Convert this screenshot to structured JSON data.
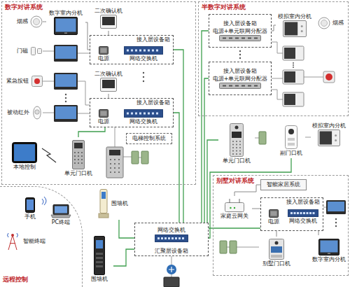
{
  "diagram": {
    "nodes": [
      {
        "text": [
          "数字对讲系统"
        ]
      },
      {
        "text": [
          "烟感"
        ],
        "in": 0
      },
      {
        "text": [
          "门磁"
        ],
        "in": 0
      },
      {
        "text": [
          "紧急按钮"
        ],
        "in": 0
      },
      {
        "text": [
          "被动红外"
        ],
        "in": 0
      },
      {
        "text": [
          "数字室内分机"
        ],
        "in": 0
      },
      {
        "text": [
          "二次确认机"
        ],
        "in": 0
      },
      {
        "text": [
          "接入层设备箱"
        ],
        "in": 0
      },
      {
        "text": [
          "电源"
        ],
        "in": 7
      },
      {
        "text": [
          "网络交换机"
        ],
        "in": 7
      },
      {
        "text": [
          "二次确认机"
        ],
        "in": 0
      },
      {
        "text": [
          "接入层设备箱"
        ],
        "in": 0
      },
      {
        "text": [
          "电源"
        ],
        "in": 11
      },
      {
        "text": [
          "网络交换机"
        ],
        "in": 11
      },
      {
        "text": [
          "电梯控制系统"
        ],
        "in": 0
      },
      {
        "text": [
          "本地控制"
        ],
        "in": 0
      },
      {
        "text": [
          "单元门口机"
        ],
        "in": 0
      },
      {
        "text": [
          "半数字对讲系统"
        ]
      },
      {
        "text": [
          "接入层设备箱",
          "电源+单元联网分配器"
        ],
        "in": 17
      },
      {
        "text": [
          "模拟室内分机"
        ],
        "in": 17
      },
      {
        "text": [
          "烟感"
        ],
        "in": 17
      },
      {
        "text": [
          "接入层设备箱",
          "电源+单元联网分配器"
        ],
        "in": 17
      },
      {
        "text": [
          "单元门口机"
        ]
      },
      {
        "text": [
          "副门口机"
        ]
      },
      {
        "text": [
          "模拟室内分机"
        ]
      },
      {
        "text": [
          "远程控制"
        ]
      },
      {
        "text": [
          "手机"
        ],
        "in": 25
      },
      {
        "text": [
          "PC终端"
        ],
        "in": 25
      },
      {
        "text": [
          "智能终端"
        ],
        "in": 25
      },
      {
        "text": [
          "围墙机"
        ]
      },
      {
        "text": [
          "汇聚层设备箱"
        ]
      },
      {
        "text": [
          "网络交换机"
        ],
        "in": 30
      },
      {
        "text": [
          "围墙机"
        ]
      },
      {
        "text": [
          "别墅对讲系统"
        ]
      },
      {
        "text": [
          "智能家居系统"
        ],
        "in": 33
      },
      {
        "text": [
          "家庭云网关"
        ],
        "in": 33
      },
      {
        "text": [
          "接入层设备箱"
        ],
        "in": 33
      },
      {
        "text": [
          "电源"
        ],
        "in": 36
      },
      {
        "text": [
          "网络交换机"
        ],
        "in": 36
      },
      {
        "text": [
          "别墅门口机"
        ],
        "in": 33
      },
      {
        "text": [
          "数字室内分机"
        ],
        "in": 33
      }
    ],
    "edges": [
      {
        "from": 1,
        "to": 5,
        "arrow": "none"
      },
      {
        "from": 6,
        "to": 7,
        "arrow": "none"
      },
      {
        "from": 5,
        "to": 7,
        "arrow": "none"
      },
      {
        "from": 10,
        "to": 11,
        "arrow": "none"
      },
      {
        "from": 16,
        "to": 11,
        "arrow": "none"
      },
      {
        "from": 7,
        "to": 30,
        "arrow": "none"
      },
      {
        "from": 11,
        "to": 30,
        "arrow": "none"
      },
      {
        "from": 19,
        "to": 18,
        "arrow": "none"
      },
      {
        "from": 18,
        "to": 30,
        "arrow": "none"
      },
      {
        "from": 21,
        "to": 30,
        "arrow": "none"
      },
      {
        "from": 22,
        "to": 30,
        "arrow": "none"
      },
      {
        "from": 23,
        "to": 30,
        "arrow": "none"
      },
      {
        "from": 29,
        "to": 30,
        "arrow": "none"
      },
      {
        "from": 32,
        "to": 30,
        "arrow": "none"
      },
      {
        "from": 36,
        "to": 30,
        "arrow": "none"
      },
      {
        "from": 35,
        "to": 36,
        "arrow": "none"
      },
      {
        "from": 34,
        "to": 35,
        "arrow": "none"
      },
      {
        "from": 39,
        "to": 36,
        "arrow": "none"
      },
      {
        "from": 40,
        "to": 36,
        "arrow": "none"
      }
    ]
  }
}
